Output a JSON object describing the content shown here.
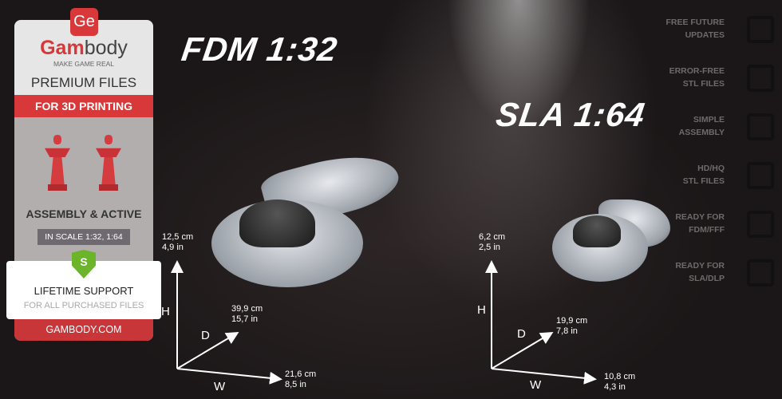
{
  "card": {
    "logo": "Ge",
    "brand_a": "Gam",
    "brand_b": "body",
    "tagline": "MAKE GAME REAL",
    "premium": "PREMIUM FILES",
    "for3d": "FOR 3D PRINTING",
    "assembly": "ASSEMBLY & ACTIVE",
    "scale": "IN SCALE 1:32, 1:64",
    "shield": "S",
    "lifetime": "LIFETIME SUPPORT",
    "all_files": "FOR ALL PURCHASED FILES",
    "site": "GAMBODY.COM"
  },
  "fdm": {
    "title": "FDM 1:32",
    "h": "12,5 cm\n4,9 in",
    "d": "39,9 cm\n15,7 in",
    "w": "21,6 cm\n8,5 in"
  },
  "sla": {
    "title": "SLA 1:64",
    "h": "6,2 cm\n2,5 in",
    "d": "19,9 cm\n7,8 in",
    "w": "10,8 cm\n4,3 in"
  },
  "axes": {
    "h": "H",
    "d": "D",
    "w": "W"
  },
  "features": [
    {
      "label": "FREE FUTURE\nUPDATES",
      "icon": "sync-files-icon"
    },
    {
      "label": "ERROR-FREE\nSTL FILES",
      "icon": "file-check-icon"
    },
    {
      "label": "SIMPLE\nASSEMBLY",
      "icon": "puzzle-icon"
    },
    {
      "label": "HD/HQ\nSTL FILES",
      "icon": "figure-icon"
    },
    {
      "label": "READY FOR\nFDM/FFF",
      "icon": "fdm-printer-icon"
    },
    {
      "label": "READY FOR\nSLA/DLP",
      "icon": "sla-printer-icon"
    }
  ]
}
